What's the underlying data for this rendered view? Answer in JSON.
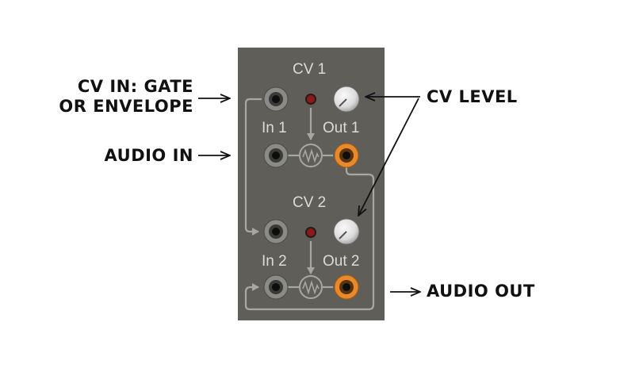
{
  "module": {
    "title_cv1": "CV 1",
    "title_cv2": "CV 2",
    "in1": "In 1",
    "out1": "Out 1",
    "in2": "In 2",
    "out2": "Out 2"
  },
  "callouts": {
    "cv_in_line1": "CV IN: GATE",
    "cv_in_line2": "OR ENVELOPE",
    "audio_in": "AUDIO IN",
    "cv_level": "CV LEVEL",
    "audio_out": "AUDIO OUT"
  },
  "colors": {
    "panel": "#5f5e59",
    "jack_out": "#e8892a",
    "jack_in": "#8a8a87",
    "led": "#8b1a1a",
    "knob": "#e6e6e6",
    "trace": "#a8a8a2"
  }
}
